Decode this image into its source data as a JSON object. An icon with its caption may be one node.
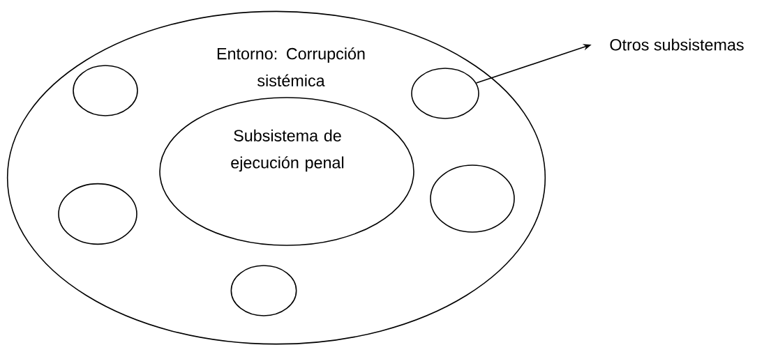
{
  "diagram": {
    "nodes": [
      {
        "text": [
          "Entorno: Corrupción sistémica"
        ]
      },
      {
        "text": [],
        "shape": "circle",
        "in": 0
      },
      {
        "text": [],
        "shape": "circle",
        "in": 0
      },
      {
        "text": [
          "Subsistema de ejecución penal"
        ],
        "in": 0
      },
      {
        "text": [],
        "shape": "circle",
        "in": 0
      },
      {
        "text": [],
        "shape": "circle",
        "in": 0
      },
      {
        "text": [],
        "shape": "circle",
        "in": 0
      },
      {
        "text": [
          "Otros subsistemas"
        ]
      }
    ],
    "edges": [
      {
        "from": 2,
        "to": 7,
        "arrow": "to"
      }
    ]
  }
}
